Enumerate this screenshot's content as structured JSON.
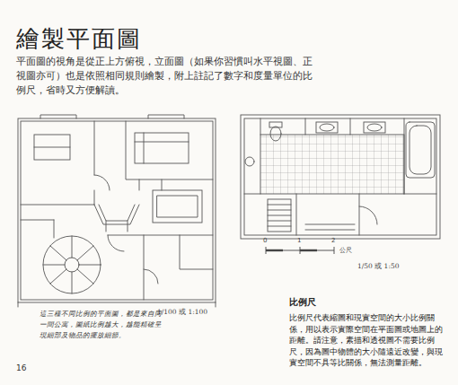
{
  "diagram": {
    "title": "繪製平面圖",
    "nodes": [
      {
        "text": [
          "比例尺",
          "比例尺代表縮圖和現實空間的大小比例關係，用以表示實際空間在平面圖或地圖上的距離。請注意，素描和透視圖不需要比例尺，因為圖中物體的大小隨遠近改變，與現實空間不具等比關係，無法測量距離。"
        ]
      }
    ],
    "labels": [
      "平面圖的視角是從正上方俯視，立面圖（如果你習慣叫水平視圖、正視圖亦可）也是依照相同規則繪製，附上註記了數字和度量單位的比例尺，省時又方便解讀。",
      "1/100 或 1:100",
      "這三種不同比例的平面圖，都是來自同一間公寓，圖紙比例越大，越能精確呈現細部及物品的擺放細節。",
      "0",
      "1",
      "2",
      "公尺",
      "1/50 或 1:50",
      "16"
    ]
  }
}
